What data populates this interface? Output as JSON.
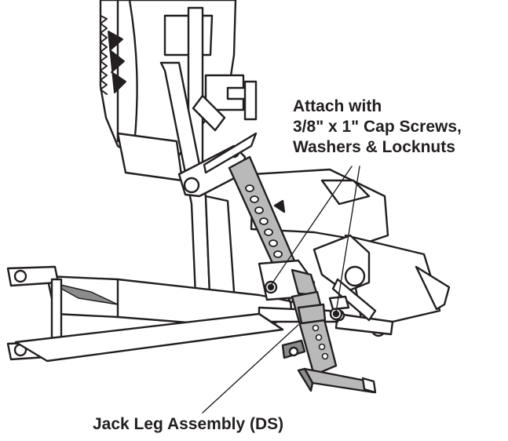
{
  "colors": {
    "ink": "#231f20",
    "steel_fill": "#b9b9b9",
    "steel_dark": "#8c8c8c",
    "paper": "#ffffff"
  },
  "callouts": {
    "attach": {
      "lines": [
        "Attach with",
        "3/8\" x 1\" Cap Screws,",
        "Washers & Locknuts"
      ]
    },
    "jack": {
      "label": "Jack Leg Assembly (DS)"
    }
  }
}
